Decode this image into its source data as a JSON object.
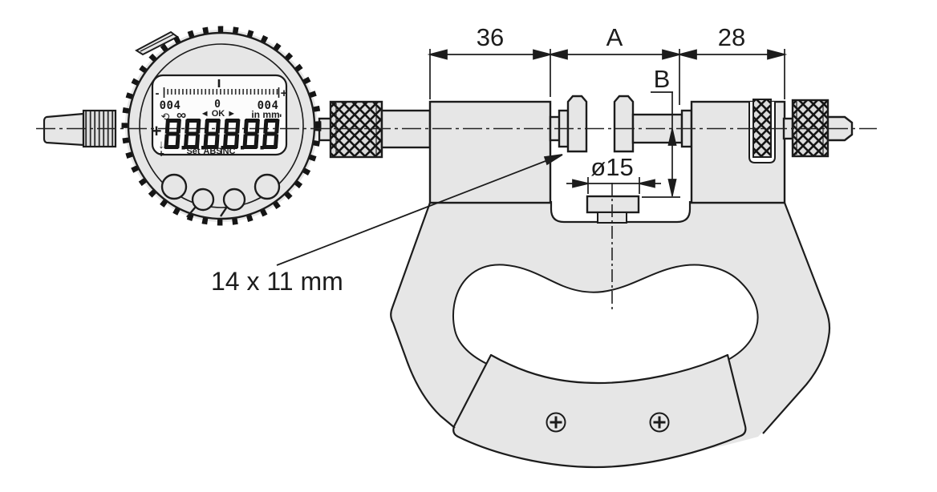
{
  "palette": {
    "ink": "#1c1c1c",
    "part_fill": "#e6e6e6",
    "lcd_bg": "#fcfcfc",
    "knurl_dark": "#141414"
  },
  "dimensions": {
    "top_left": "36",
    "top_middle": "A",
    "top_right": "28",
    "vertical": "B",
    "stop_diameter": "ø15",
    "anvil_size": "14 x 11 mm"
  },
  "lcd": {
    "minus": "-",
    "plus": "+",
    "left_value": "004",
    "center_value": "0",
    "right_value": "004",
    "rotate": "⟲",
    "infinity": "∞",
    "ok": "◄ OK ►",
    "units": "in mm",
    "tick_mark": "'",
    "sign": "+",
    "main_value": "888888",
    "down_arrow": "↓",
    "small_plus": "+",
    "set": "Set",
    "abs": "ABS",
    "inc": "INC"
  }
}
